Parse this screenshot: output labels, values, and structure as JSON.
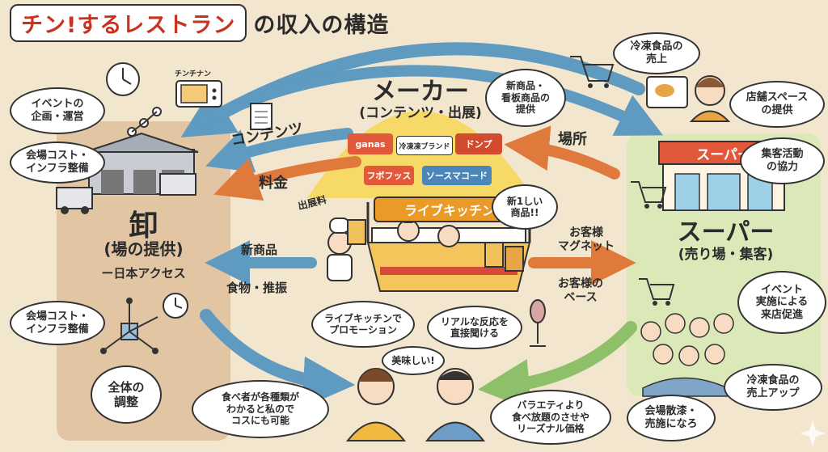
{
  "title": {
    "highlight": "チン!するレストラン",
    "rest": "の収入の構造"
  },
  "maker": {
    "title": "メーカー",
    "subtitle": "(コンテンツ・出展)",
    "brands": [
      "ganas",
      "冷凍凍ブランド",
      "ドンプ",
      "フボフッス",
      "ソースマコード"
    ]
  },
  "wholesaler": {
    "title": "卸",
    "subtitle": "(場の提供)",
    "company": "ー日本アクセス"
  },
  "supermarket": {
    "title": "スーパー",
    "subtitle": "(売り場・集客)",
    "sign": "スーパー"
  },
  "live_kitchen": {
    "sign": "ライブキッチン",
    "fee_label": "出展料"
  },
  "flows": {
    "contents": "コンテンツ",
    "fee": "料金",
    "new_products": "新商品",
    "food_promotion": "食物・推振",
    "place": "場所",
    "customer_magnet": "お客様\nマグネット",
    "customer_base": "お客様の\nベース"
  },
  "bubbles": {
    "event_planning": "イベントの\n企画・運営",
    "venue_cost_1": "会場コスト・\nインフラ整備",
    "venue_cost_2": "会場コスト・\nインフラ整備",
    "overall_coordination": "全体の\n調整",
    "eaters_compare": "食べ者が各種類が\nわかると私ので\nコスにも可能",
    "live_kitchen_promo": "ライブキッチンで\nプロモーション",
    "real_reactions": "リアルな反応を\n直接聞ける",
    "delicious": "美味しい!",
    "new_product_exclaim": "新1しい\n商品!!",
    "variety": "バラエティより\n食べ放題のさせや\nリーズナル価格",
    "frozen_sales": "冷凍食品の\n売上",
    "new_signboard": "新商品・\n看板商品の\n提供",
    "store_space": "店舗スペース\nの提供",
    "customer_attraction": "集客活動\nの協力",
    "event_visits": "イベント\n実施による\n来店促進",
    "frozen_sales_up": "冷凍食品の\n売上アップ",
    "venue_scatter": "会場散漆・\n売施になろ"
  },
  "icons": {
    "microwave_label": "チンチナン"
  },
  "colors": {
    "title_red": "#c8321e",
    "wholesaler_bg": "#e2c6a4",
    "super_bg": "#dbe9b9",
    "arrow_blue": "#5f9ac0",
    "arrow_orange": "#e07a3c",
    "arrow_green": "#8ec06a",
    "maker_yellow": "#f7d655",
    "kitchen_sign": "#ea9a27"
  }
}
